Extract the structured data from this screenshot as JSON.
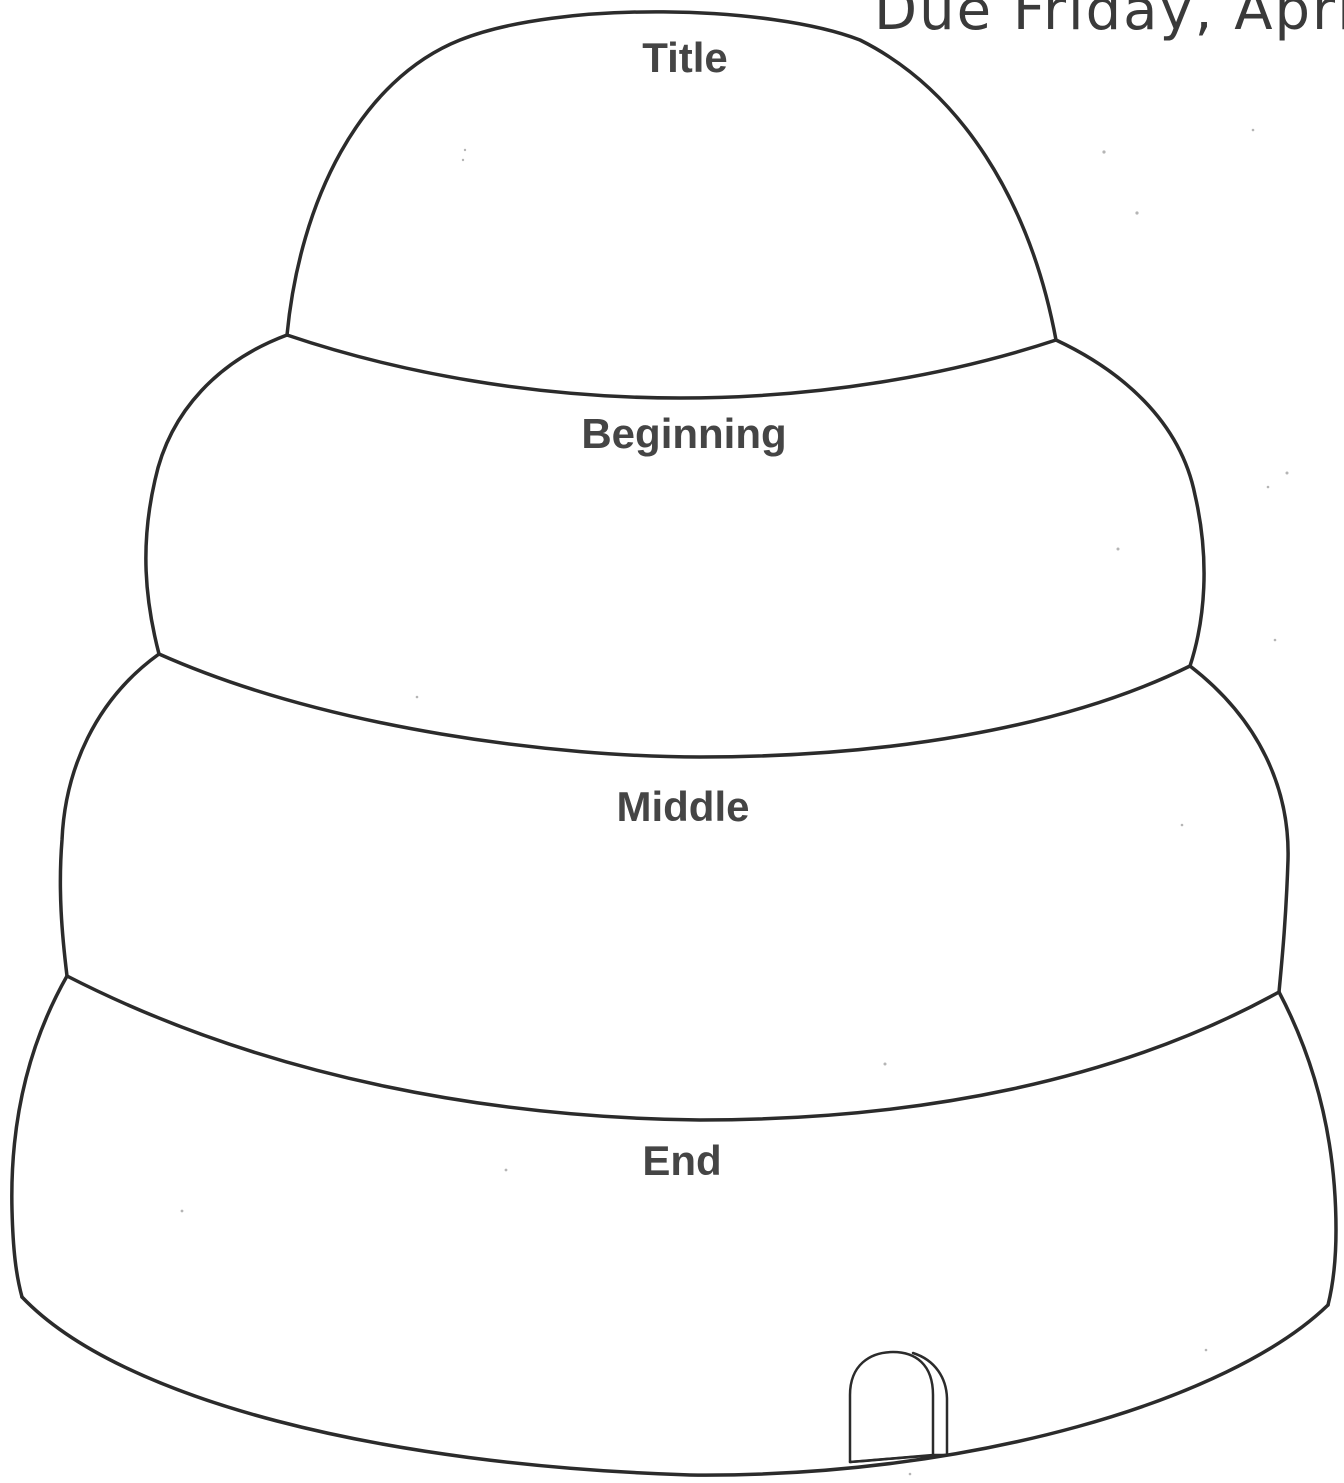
{
  "worksheet": {
    "handwritten_note": "Due Friday, April",
    "sections": [
      {
        "id": "title",
        "label": "Title"
      },
      {
        "id": "beginning",
        "label": "Beginning"
      },
      {
        "id": "middle",
        "label": "Middle"
      },
      {
        "id": "end",
        "label": "End"
      }
    ]
  }
}
